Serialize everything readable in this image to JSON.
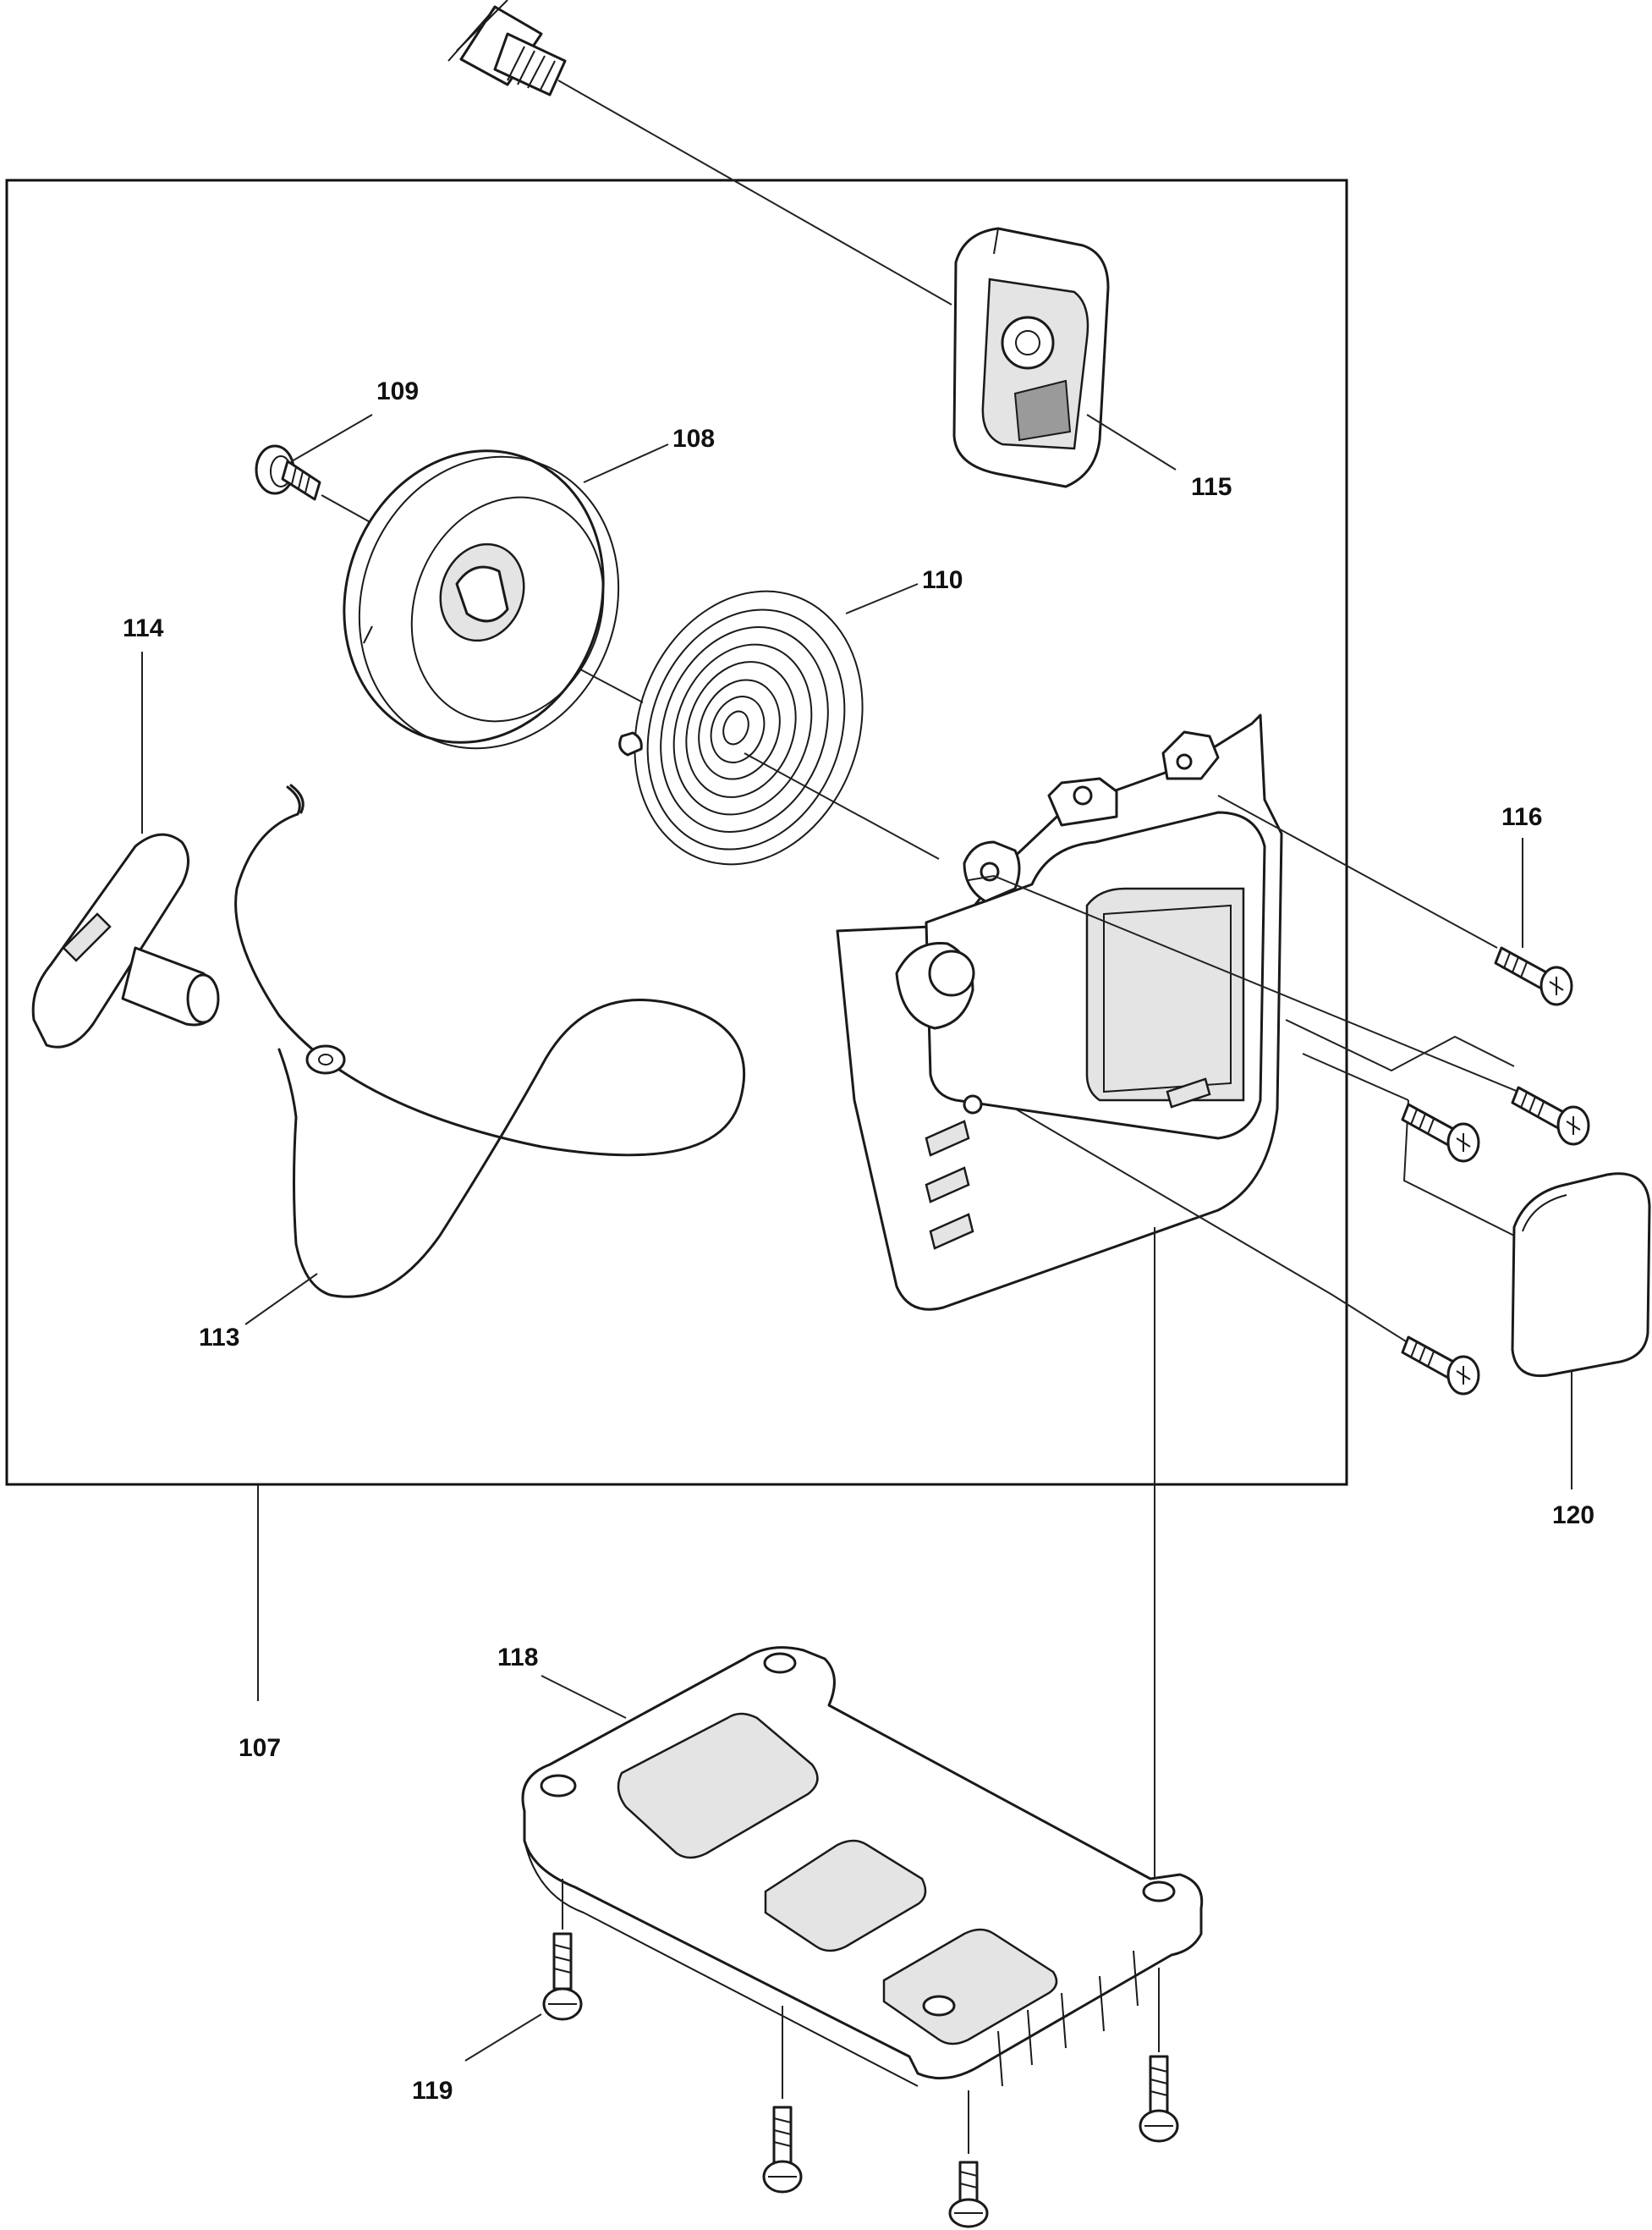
{
  "labels": {
    "p107": "107",
    "p108": "108",
    "p109": "109",
    "p110": "110",
    "p113": "113",
    "p114": "114",
    "p115": "115",
    "p116": "116",
    "p118": "118",
    "p119": "119",
    "p120": "120"
  }
}
